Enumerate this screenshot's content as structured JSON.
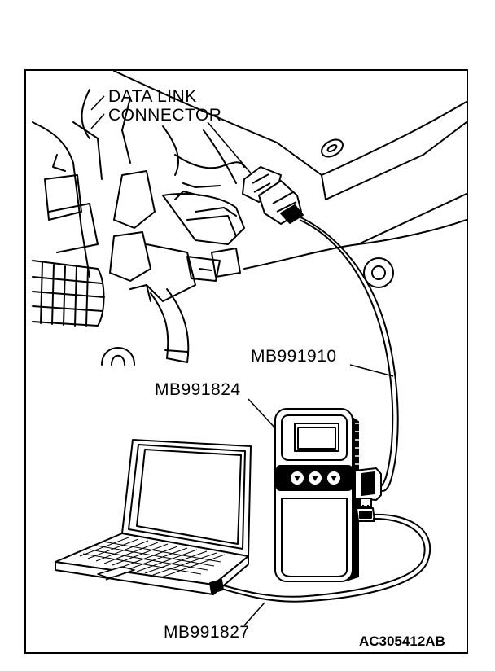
{
  "diagram": {
    "labels": {
      "data_link_connector_line1": "DATA LINK",
      "data_link_connector_line2": "CONNECTOR",
      "cable_to_vci": "MB991910",
      "vci_unit": "MB991824",
      "usb_cable": "MB991827"
    },
    "figure_code": "AC305412AB",
    "parts": [
      "dashboard-underside",
      "data-link-connector",
      "vci-unit",
      "laptop-computer",
      "obd-cable",
      "usb-cable"
    ]
  }
}
